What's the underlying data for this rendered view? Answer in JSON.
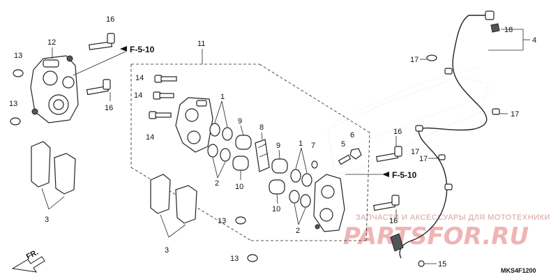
{
  "diagram": {
    "code": "MKS4F1200",
    "front_label": "FR.",
    "refs": {
      "top": "F-5-10",
      "bottom": "F-5-10"
    },
    "callouts": {
      "n1a": "1",
      "n1b": "1",
      "n2a": "2",
      "n2b": "2",
      "n3a": "3",
      "n3b": "3",
      "n4": "4",
      "n5": "5",
      "n6": "6",
      "n7": "7",
      "n8": "8",
      "n9a": "9",
      "n9b": "9",
      "n10a": "10",
      "n10b": "10",
      "n11": "11",
      "n12": "12",
      "n13a": "13",
      "n13b": "13",
      "n13c": "13",
      "n13d": "13",
      "n14a": "14",
      "n14b": "14",
      "n14c": "14",
      "n15": "15",
      "n16a": "16",
      "n16b": "16",
      "n16c": "16",
      "n16d": "16",
      "n17a": "17",
      "n17b": "17",
      "n17c": "17",
      "n17d": "17",
      "n18": "18"
    }
  },
  "watermark": {
    "tagline": "ЗАПЧАСТИ И АКСЕССУАРЫ ДЛЯ МОТОТЕХНИКИ",
    "site": "PARTSFOR.RU"
  },
  "colors": {
    "line": "#222222",
    "watermark": "#f0b4b4"
  }
}
